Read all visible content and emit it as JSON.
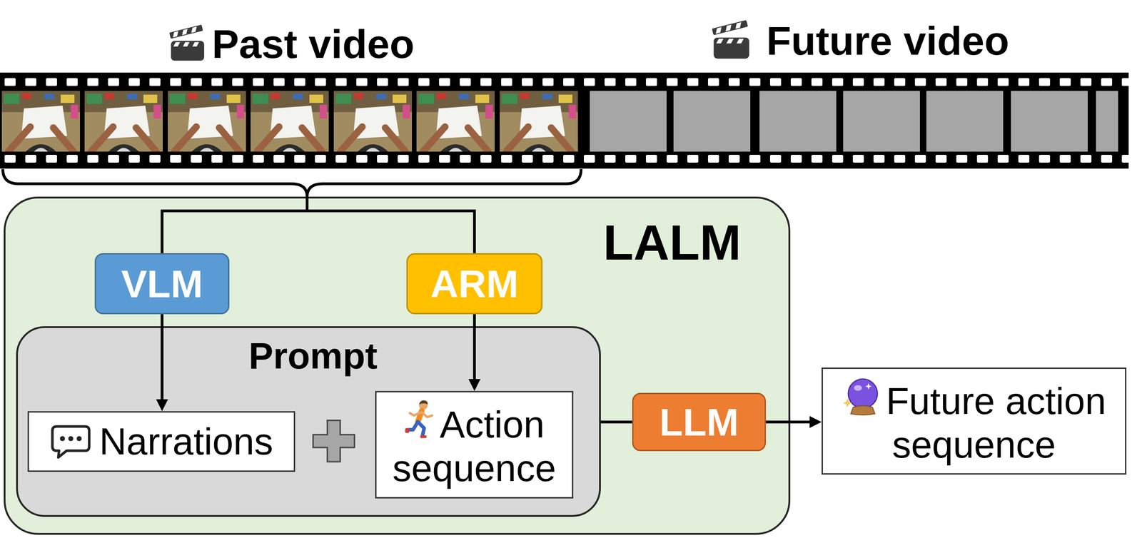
{
  "diagram": {
    "nodes": [
      {
        "text": [
          "Past video"
        ]
      },
      {
        "text": [
          "Future video"
        ]
      },
      {
        "text": [
          "LALM"
        ]
      },
      {
        "text": [
          "VLM"
        ],
        "in": 2
      },
      {
        "text": [
          "ARM"
        ],
        "in": 2
      },
      {
        "text": [
          "Prompt"
        ],
        "in": 2
      },
      {
        "text": [
          "Narrations"
        ],
        "in": 5
      },
      {
        "text": [
          "Action sequence"
        ],
        "in": 5
      },
      {
        "text": [
          "LLM"
        ],
        "in": 2
      },
      {
        "text": [
          "Future action sequence"
        ]
      }
    ],
    "edges": [
      {
        "from": 0,
        "to": 3,
        "arrow": "none"
      },
      {
        "from": 0,
        "to": 4,
        "arrow": "none"
      },
      {
        "from": 3,
        "to": 6,
        "arrow": "to"
      },
      {
        "from": 4,
        "to": 7,
        "arrow": "to"
      },
      {
        "from": 5,
        "to": 8,
        "arrow": "none"
      },
      {
        "from": 8,
        "to": 9,
        "arrow": "to"
      }
    ]
  }
}
